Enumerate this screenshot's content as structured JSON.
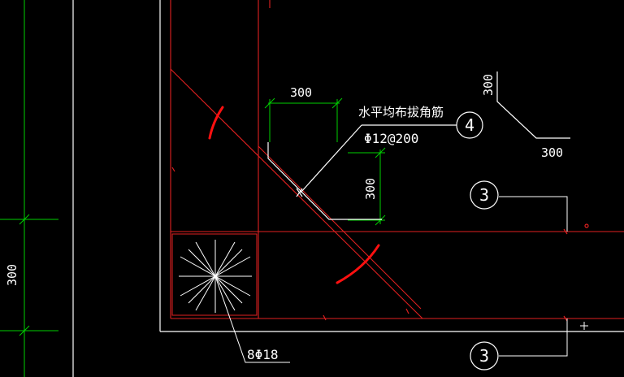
{
  "colors": {
    "background": "#000000",
    "outline": "#ffffff",
    "rebar": "#ff2020",
    "dimension": "#00e000",
    "highlight": "#ff1010"
  },
  "dimensions": {
    "left_vertical": "300",
    "top_horizontal": "300",
    "mid_vertical": "300",
    "sketch_vertical": "300",
    "sketch_horizontal": "300"
  },
  "annotations": {
    "corner_bar_name": "水平均布拔角筋",
    "corner_bar_spec": "Φ12@200",
    "column_bars": "8Φ18"
  },
  "markers": {
    "detail_4": "4",
    "detail_3_upper": "3",
    "detail_3_lower": "3",
    "crosshair": "+"
  }
}
